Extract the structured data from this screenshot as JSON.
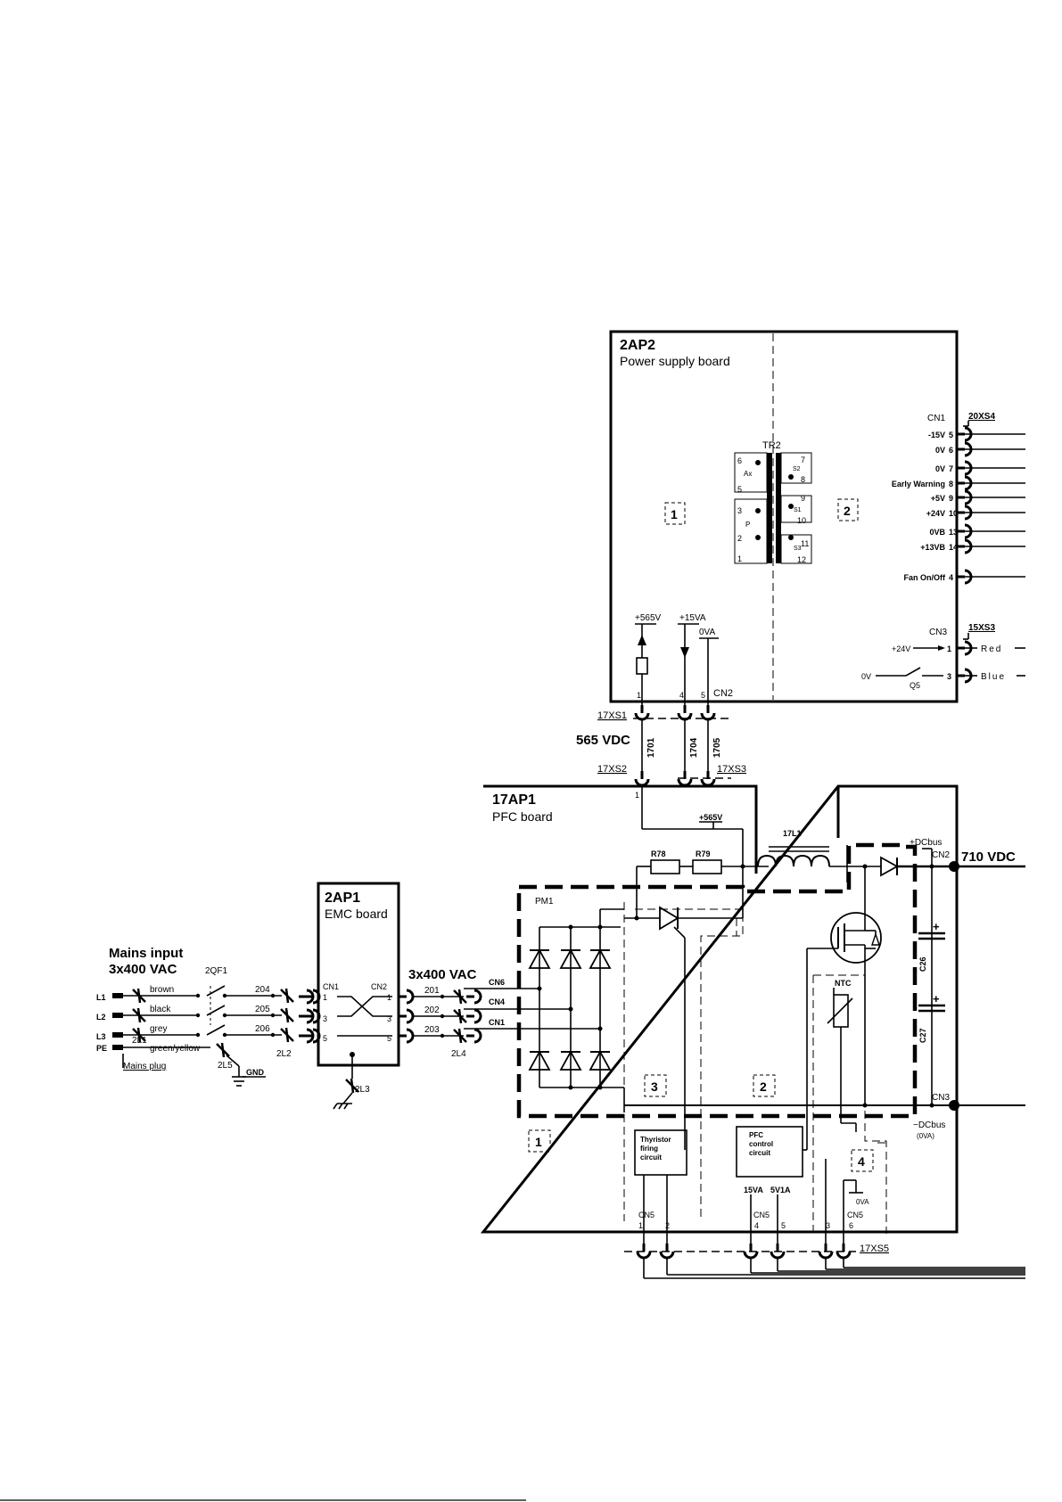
{
  "boards": {
    "psu": {
      "id": "2AP2",
      "name": "Power supply board"
    },
    "pfc": {
      "id": "17AP1",
      "name": "PFC board"
    },
    "emc": {
      "id": "2AP1",
      "name": "EMC board"
    }
  },
  "mains": {
    "title": "Mains input",
    "voltage": "3x400 VAC",
    "breaker": "2QF1",
    "plug": "Mains plug",
    "gnd": "GND",
    "lines": [
      {
        "name": "L1",
        "color": "brown",
        "wire": "204"
      },
      {
        "name": "L2",
        "color": "black",
        "wire": "205"
      },
      {
        "name": "L3",
        "color": "grey",
        "wire": "206"
      }
    ],
    "pe": {
      "name": "PE",
      "color": "green/yellow",
      "ref": "2L1"
    },
    "conn_2l5": "2L5",
    "conn_2l2": "2L2"
  },
  "emc": {
    "cn_in": "CN1",
    "cn_out": "CN2",
    "pins": [
      "1",
      "3",
      "5"
    ],
    "out_voltage": "3x400 VAC",
    "wires": [
      "201",
      "202",
      "203"
    ],
    "conn_2l3": "2L3",
    "conn_2l4": "2L4"
  },
  "pfc": {
    "inputs": [
      "CN6",
      "CN4",
      "CN1"
    ],
    "module": "PM1",
    "resistors": [
      "R78",
      "R79"
    ],
    "inductor": "17L1",
    "rail": "+565V",
    "dcbus_pos": "+DCbus",
    "dcbus_neg": "−DCbus",
    "dcbus_neg_note": "(0VA)",
    "out_connector_top": "CN2",
    "out_connector_bottom": "CN3",
    "output_voltage": "710 VDC",
    "caps": [
      "C26",
      "C27"
    ],
    "ntc": "NTC",
    "thyristor_block": [
      "Thyristor",
      "firing",
      "circuit"
    ],
    "pfc_block": [
      "PFC",
      "control",
      "circuit"
    ],
    "regions": [
      "1",
      "2",
      "3",
      "4"
    ],
    "cn5": "CN5",
    "cn5_pins": [
      "1",
      "2",
      "4",
      "5",
      "3",
      "6"
    ],
    "supply_15va": "15VA",
    "supply_5v1a": "5V1A",
    "zero_va": "0VA",
    "connector_17xs5": "17XS5"
  },
  "link": {
    "voltage": "565 VDC",
    "xs1": "17XS1",
    "xs2": "17XS2",
    "xs3": "17XS3",
    "wires": [
      "1701",
      "1704",
      "1705"
    ],
    "pin_1": "1"
  },
  "psu": {
    "transformer": "TR2",
    "regions": [
      "1",
      "2"
    ],
    "windings_left": [
      "6",
      "Ax",
      "5",
      "3",
      "P",
      "2",
      "1"
    ],
    "windings_right": [
      "7",
      "S2",
      "8",
      "9",
      "S1",
      "10",
      "11",
      "S3",
      "12"
    ],
    "supplies": [
      "+565V",
      "+15VA",
      "0VA"
    ],
    "cn2": "CN2",
    "cn2_pins": [
      "1",
      "4",
      "5"
    ],
    "cn1": "CN1",
    "xs4": "20XS4",
    "cn1_pins": [
      {
        "label": "-15V",
        "pin": "5"
      },
      {
        "label": "0V",
        "pin": "6"
      },
      {
        "label": "0V",
        "pin": "7"
      },
      {
        "label": "Early Warning",
        "pin": "8"
      },
      {
        "label": "+5V",
        "pin": "9"
      },
      {
        "label": "+24V",
        "pin": "10"
      },
      {
        "label": "0VB",
        "pin": "13"
      },
      {
        "label": "+13VB",
        "pin": "14"
      },
      {
        "label": "Fan On/Off",
        "pin": "4"
      }
    ],
    "cn3": "CN3",
    "xs3": "15XS3",
    "cn3_rows": [
      {
        "src": "+24V",
        "pin": "1",
        "wire": "Red"
      },
      {
        "src": "0V",
        "pin": "3",
        "wire": "Blue"
      }
    ],
    "switch": "Q5"
  }
}
